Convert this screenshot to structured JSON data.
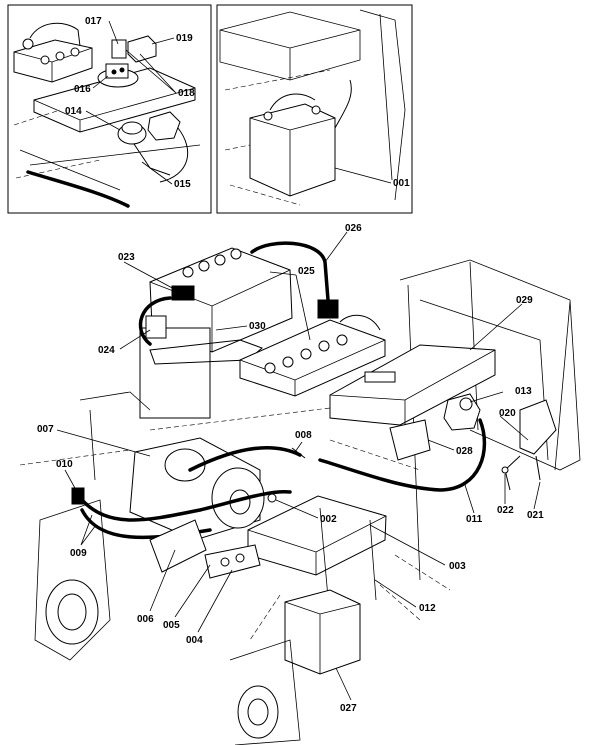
{
  "callouts": [
    {
      "id": "017",
      "label": "017"
    },
    {
      "id": "019",
      "label": "019"
    },
    {
      "id": "018",
      "label": "018"
    },
    {
      "id": "016",
      "label": "016"
    },
    {
      "id": "014",
      "label": "014"
    },
    {
      "id": "015",
      "label": "015"
    },
    {
      "id": "001",
      "label": "001"
    },
    {
      "id": "026",
      "label": "026"
    },
    {
      "id": "023",
      "label": "023"
    },
    {
      "id": "025",
      "label": "025"
    },
    {
      "id": "029",
      "label": "029"
    },
    {
      "id": "030",
      "label": "030"
    },
    {
      "id": "024",
      "label": "024"
    },
    {
      "id": "013",
      "label": "013"
    },
    {
      "id": "020",
      "label": "020"
    },
    {
      "id": "007",
      "label": "007"
    },
    {
      "id": "008",
      "label": "008"
    },
    {
      "id": "028",
      "label": "028"
    },
    {
      "id": "010",
      "label": "010"
    },
    {
      "id": "002",
      "label": "002"
    },
    {
      "id": "011",
      "label": "011"
    },
    {
      "id": "022",
      "label": "022"
    },
    {
      "id": "021",
      "label": "021"
    },
    {
      "id": "009",
      "label": "009"
    },
    {
      "id": "003",
      "label": "003"
    },
    {
      "id": "006",
      "label": "006"
    },
    {
      "id": "005",
      "label": "005"
    },
    {
      "id": "004",
      "label": "004"
    },
    {
      "id": "012",
      "label": "012"
    },
    {
      "id": "027",
      "label": "027"
    }
  ]
}
